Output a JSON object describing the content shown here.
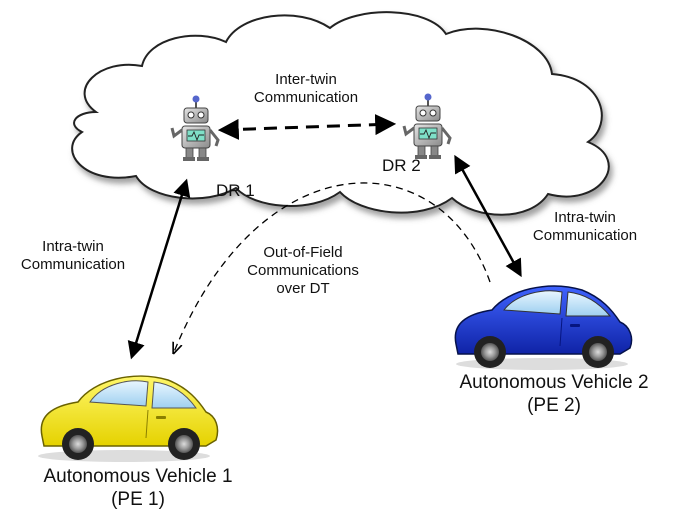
{
  "labels": {
    "inter_twin": [
      "Inter-twin",
      "Communication"
    ],
    "dr1": "DR 1",
    "dr2": "DR 2",
    "intra_left": [
      "Intra-twin",
      "Communication"
    ],
    "intra_right": [
      "Intra-twin",
      "Communication"
    ],
    "out_of_field": [
      "Out-of-Field",
      "Communications",
      "over DT"
    ],
    "vehicle1": [
      "Autonomous Vehicle 1",
      "(PE 1)"
    ],
    "vehicle2": [
      "Autonomous Vehicle 2",
      "(PE 2)"
    ]
  },
  "icons": {
    "robot": "robot-icon",
    "car": "car-icon",
    "cloud": "cloud-icon"
  },
  "colors": {
    "vehicle1_body": "#f5ea00",
    "vehicle2_body": "#1a36cc",
    "robot_body": "#a9a9a9",
    "robot_screen": "#7fe0c8",
    "cloud_fill": "#ffffff",
    "cloud_stroke": "#222222"
  }
}
